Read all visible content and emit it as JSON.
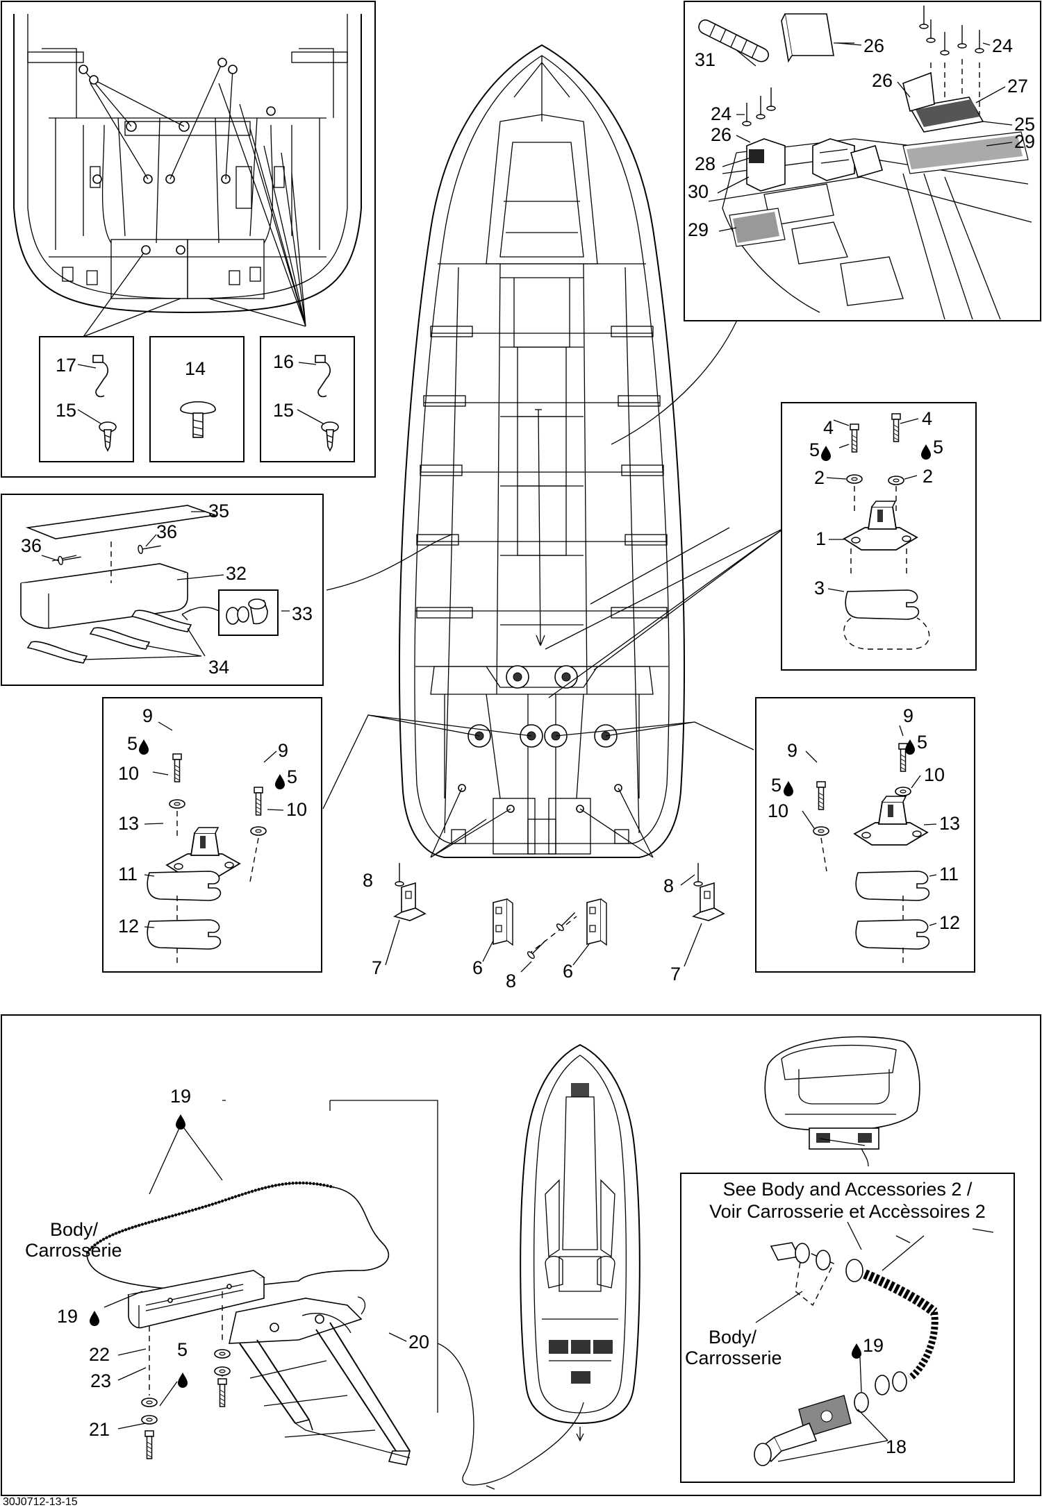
{
  "reference_code": "30J0712-13-15",
  "notes": {
    "body_top": [
      "Body/",
      "Carrosserie"
    ],
    "body_bottom": [
      "Body/",
      "Carrosserie"
    ],
    "see_also": [
      "See Body and Accessories 2 /",
      "Voir Carrosserie et Accèssoires 2"
    ]
  },
  "icons": {
    "drop": "oil-drop-icon"
  },
  "callouts": {
    "c1": "1",
    "c2a": "2",
    "c2b": "2",
    "c3": "3",
    "c4a": "4",
    "c4b": "4",
    "c5a": "5",
    "c5b": "5",
    "c5c": "5",
    "c5d": "5",
    "c5e": "5",
    "c5f": "5",
    "c5g": "5",
    "c6a": "6",
    "c6b": "6",
    "c7a": "7",
    "c7b": "7",
    "c8a": "8",
    "c8b": "8",
    "c8c": "8",
    "c9a": "9",
    "c9b": "9",
    "c9c": "9",
    "c9d": "9",
    "c10a": "10",
    "c10b": "10",
    "c10c": "10",
    "c10d": "10",
    "c11a": "11",
    "c11b": "11",
    "c12a": "12",
    "c12b": "12",
    "c13a": "13",
    "c13b": "13",
    "c14": "14",
    "c15a": "15",
    "c15b": "15",
    "c16": "16",
    "c17": "17",
    "c18": "18",
    "c19a": "19",
    "c19b": "19",
    "c19c": "19",
    "c20": "20",
    "c21": "21",
    "c22": "22",
    "c23": "23",
    "c24a": "24",
    "c24b": "24",
    "c25": "25",
    "c26a": "26",
    "c26b": "26",
    "c26c": "26",
    "c27": "27",
    "c28": "28",
    "c29a": "29",
    "c29b": "29",
    "c30": "30",
    "c31": "31",
    "c32": "32",
    "c33": "33",
    "c34": "34",
    "c35": "35",
    "c36a": "36",
    "c36b": "36"
  }
}
